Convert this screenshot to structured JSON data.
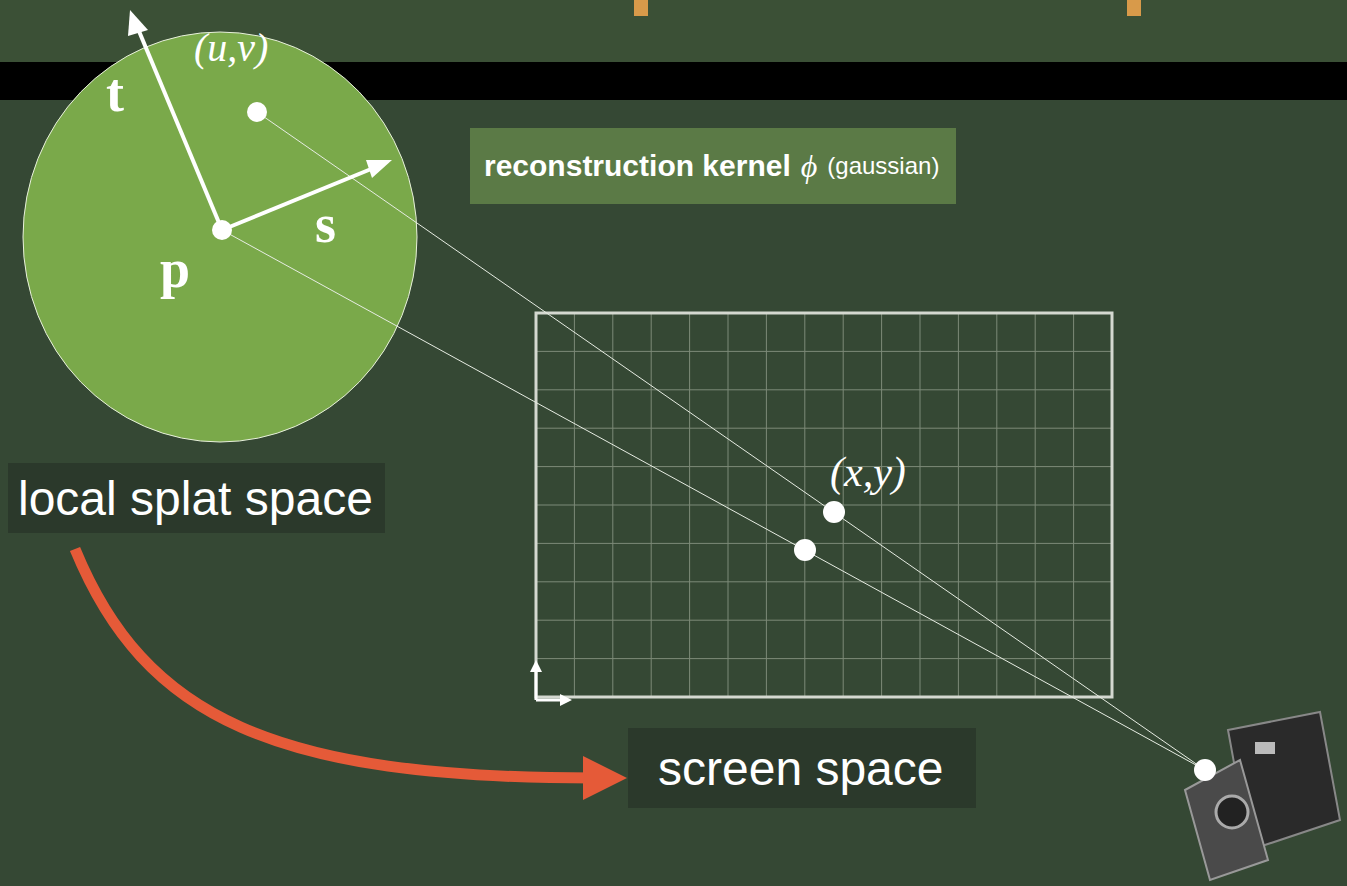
{
  "diagram": {
    "nodes": [
      {
        "text": [
          "reconstruction kernel",
          "ϕ",
          "(gaussian)"
        ]
      },
      {
        "text": [
          "local splat space"
        ]
      },
      {
        "text": [
          "screen space"
        ]
      }
    ],
    "edges": [
      {
        "from": 1,
        "to": 2,
        "arrow": "to"
      }
    ],
    "labels": [
      "t",
      "s",
      "p",
      "(u,v)",
      "(x,y)"
    ]
  }
}
